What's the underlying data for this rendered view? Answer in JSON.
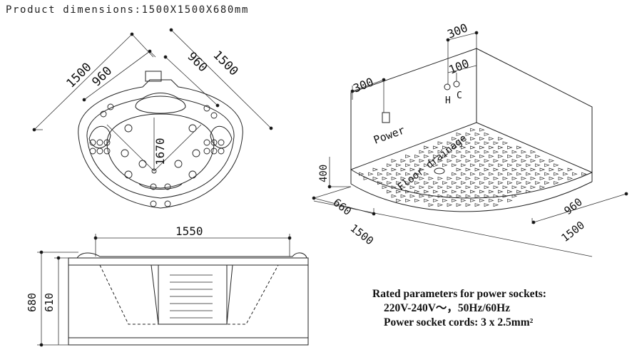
{
  "header": {
    "label": "Product dimensions",
    "value": "1500X1500X680mm"
  },
  "top_view": {
    "dim_outer_left": "1500",
    "dim_inner_left": "960",
    "dim_inner_right": "960",
    "dim_outer_right": "1500",
    "dim_diagonal": "1670"
  },
  "side_view": {
    "dim_top_width": "1550",
    "dim_total_height": "680",
    "dim_inner_height": "610"
  },
  "install_view": {
    "dim_power_offset": "300",
    "dim_valve_offset": "300",
    "dim_valve_height": "100",
    "label_hot": "H",
    "label_cold": "C",
    "label_power": "Power",
    "label_floor_drain": "Floor drainage",
    "dim_height": "400",
    "dim_left_inner": "660",
    "dim_left_outer": "1500",
    "dim_right_inner": "960",
    "dim_right_outer": "1500"
  },
  "rated_parameters": {
    "title": "Rated parameters for power sockets:",
    "voltage": "220V-240V～，50Hz/60Hz",
    "cords": "Power socket cords: 3 x 2.5mm²"
  }
}
